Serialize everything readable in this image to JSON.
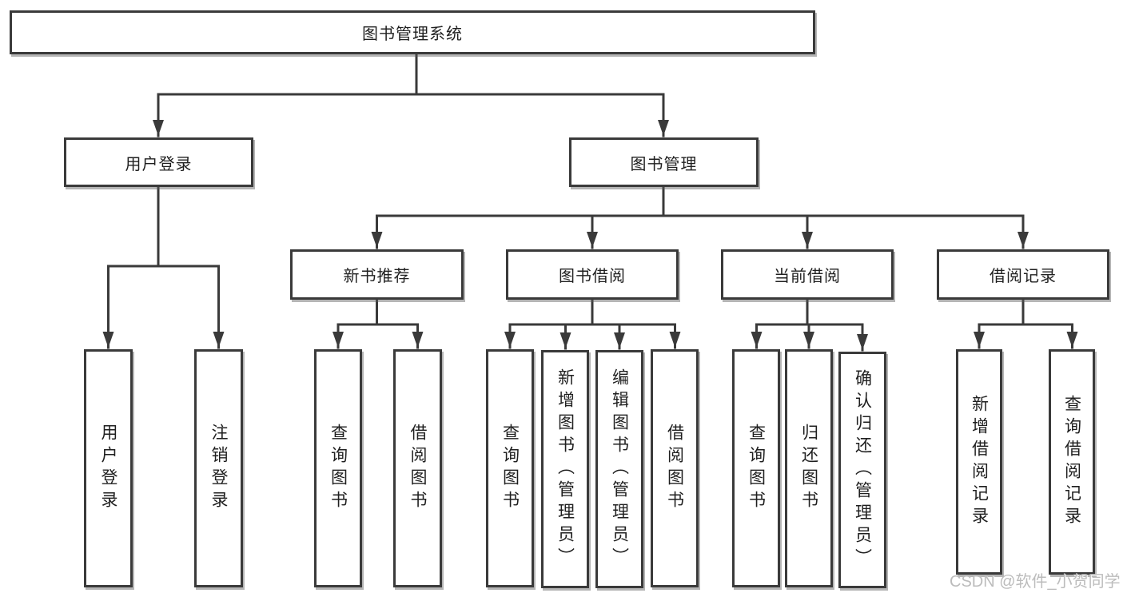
{
  "diagram_title": "图书管理系统",
  "tree": {
    "root": {
      "label": "图书管理系统"
    },
    "level2": [
      {
        "label": "用户登录"
      },
      {
        "label": "图书管理"
      }
    ],
    "level3": [
      {
        "label": "新书推荐"
      },
      {
        "label": "图书借阅"
      },
      {
        "label": "当前借阅"
      },
      {
        "label": "借阅记录"
      }
    ],
    "leaves": {
      "user_login": [
        {
          "label": "用户登录"
        },
        {
          "label": "注销登录"
        }
      ],
      "new_book_recommend": [
        {
          "label": "查询图书"
        },
        {
          "label": "借阅图书"
        }
      ],
      "book_borrowing": [
        {
          "label": "查询图书"
        },
        {
          "label": "新增图书（管理员）"
        },
        {
          "label": "编辑图书（管理员）"
        },
        {
          "label": "借阅图书"
        }
      ],
      "current_borrowing": [
        {
          "label": "查询图书"
        },
        {
          "label": "归还图书"
        },
        {
          "label": "确认归还（管理员）"
        }
      ],
      "borrowing_records": [
        {
          "label": "新增借阅记录"
        },
        {
          "label": "查询借阅记录"
        }
      ]
    }
  },
  "watermark": {
    "text": "CSDN @软件_小贺同学"
  },
  "colors": {
    "line": "#3a3a3a",
    "box_border": "#3a3a3a",
    "box_background": "#ffffff",
    "text": "#1f1f1f",
    "watermark": "#bcbcbc",
    "background": "#ffffff"
  }
}
